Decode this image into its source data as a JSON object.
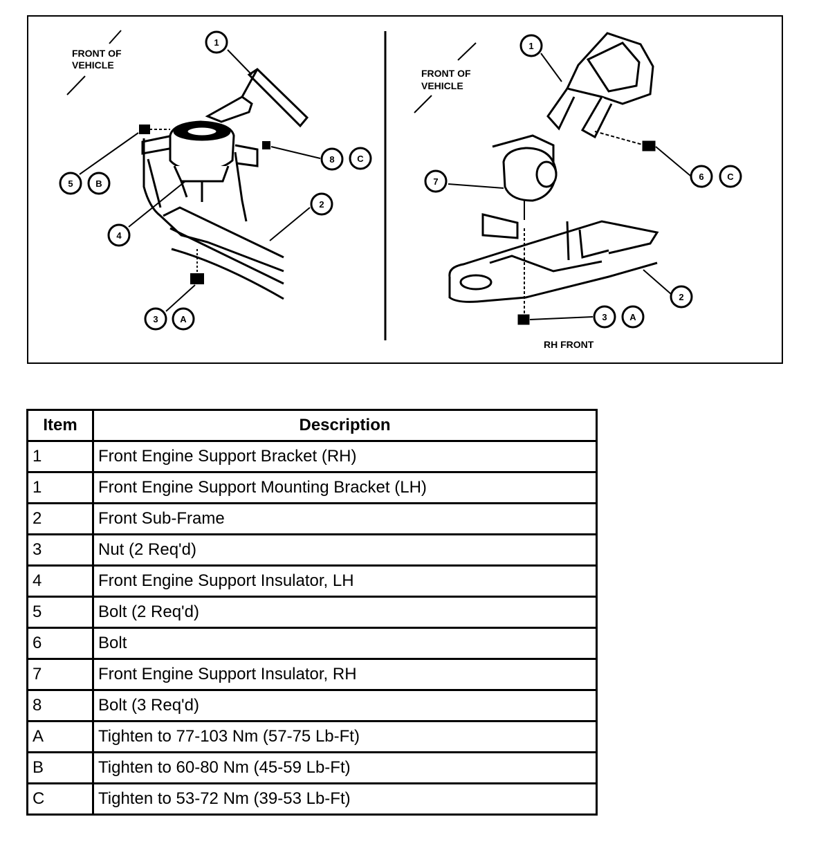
{
  "diagram": {
    "left_panel": {
      "front_label_line1": "FRONT OF",
      "front_label_line2": "VEHICLE",
      "callouts": [
        "1",
        "8",
        "C",
        "5",
        "B",
        "4",
        "2",
        "3",
        "A"
      ]
    },
    "right_panel": {
      "front_label_line1": "FRONT OF",
      "front_label_line2": "VEHICLE",
      "callouts": [
        "1",
        "6",
        "C",
        "7",
        "2",
        "3",
        "A"
      ],
      "caption": "RH FRONT"
    }
  },
  "table": {
    "headers": {
      "item": "Item",
      "description": "Description"
    },
    "rows": [
      {
        "item": "1",
        "description": "Front Engine Support Bracket (RH)"
      },
      {
        "item": "1",
        "description": "Front Engine Support Mounting Bracket (LH)"
      },
      {
        "item": "2",
        "description": "Front Sub-Frame"
      },
      {
        "item": "3",
        "description": "Nut (2 Req'd)"
      },
      {
        "item": "4",
        "description": "Front Engine Support Insulator, LH"
      },
      {
        "item": "5",
        "description": "Bolt (2 Req'd)"
      },
      {
        "item": "6",
        "description": "Bolt"
      },
      {
        "item": "7",
        "description": "Front Engine Support Insulator, RH"
      },
      {
        "item": "8",
        "description": "Bolt (3 Req'd)"
      },
      {
        "item": "A",
        "description": "Tighten to 77-103 Nm (57-75 Lb-Ft)"
      },
      {
        "item": "B",
        "description": "Tighten to 60-80 Nm (45-59 Lb-Ft)"
      },
      {
        "item": "C",
        "description": "Tighten to 53-72 Nm (39-53 Lb-Ft)"
      }
    ]
  }
}
